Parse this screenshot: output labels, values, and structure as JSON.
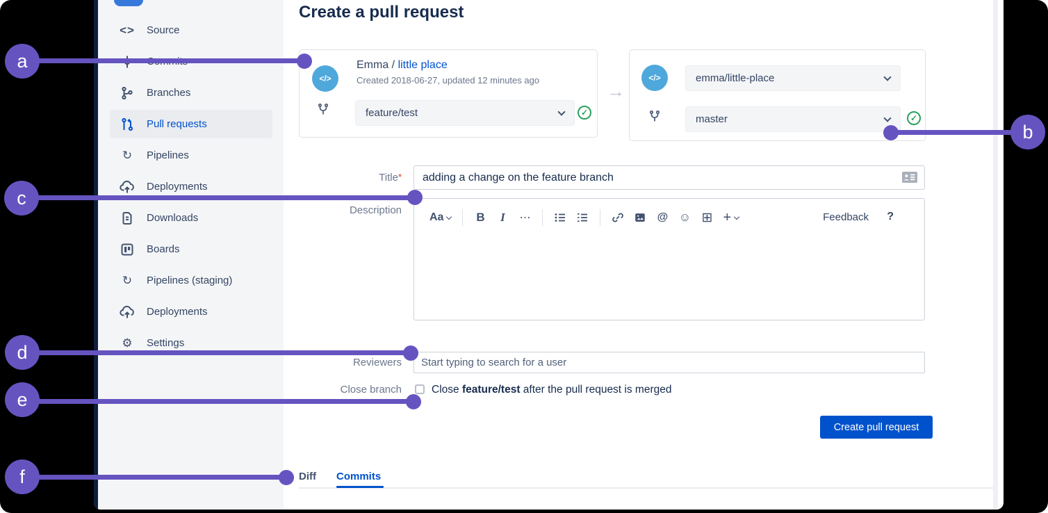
{
  "page": {
    "title": "Create a pull request"
  },
  "sidebar": {
    "items": [
      {
        "label": "Source",
        "icon": "code-icon",
        "glyph": "<>",
        "active": false
      },
      {
        "label": "Commits",
        "icon": "commit-icon",
        "active": false
      },
      {
        "label": "Branches",
        "icon": "branches-icon",
        "active": false
      },
      {
        "label": "Pull requests",
        "icon": "pull-request-icon",
        "active": true
      },
      {
        "label": "Pipelines",
        "icon": "pipelines-icon",
        "glyph": "↻",
        "active": false
      },
      {
        "label": "Deployments",
        "icon": "deployments-icon",
        "active": false
      },
      {
        "label": "Downloads",
        "icon": "downloads-icon",
        "active": false
      },
      {
        "label": "Boards",
        "icon": "boards-icon",
        "active": false
      },
      {
        "label": "Pipelines (staging)",
        "icon": "pipelines-icon",
        "glyph": "↻",
        "active": false
      },
      {
        "label": "Deployments",
        "icon": "deployments-icon",
        "active": false
      },
      {
        "label": "Settings",
        "icon": "settings-icon",
        "glyph": "⚙",
        "active": false
      }
    ]
  },
  "source_card": {
    "avatar_glyph": "</>",
    "repo_owner": "Emma / ",
    "repo_name": "little place",
    "meta": "Created 2018-06-27, updated 12 minutes ago",
    "branch_value": "feature/test",
    "check_glyph": "✓"
  },
  "flow_arrow_glyph": "→",
  "dest_card": {
    "avatar_glyph": "</>",
    "repo_value": "emma/little-place",
    "branch_value": "master",
    "check_glyph": "✓"
  },
  "form": {
    "title_label": "Title",
    "title_required": "*",
    "title_value": "adding a change on the feature branch",
    "description_label": "Description",
    "reviewers_label": "Reviewers",
    "reviewers_placeholder": "Start typing to search for a user",
    "close_branch_label": "Close branch",
    "close_text_pre": "Close ",
    "close_text_branch": "feature/test",
    "close_text_post": " after the pull request is merged",
    "submit_label": "Create pull request"
  },
  "toolbar": {
    "text_style": "Aa",
    "bold": "B",
    "italic": "I",
    "more": "⋯",
    "at": "@",
    "emoji": "☺",
    "table": "⊞",
    "plus": "+",
    "feedback": "Feedback",
    "help": "?",
    "icon_names": [
      "text-style-icon",
      "bold-icon",
      "italic-icon",
      "more-icon",
      "bullet-list-icon",
      "numbered-list-icon",
      "link-icon",
      "image-icon",
      "mention-icon",
      "emoji-icon",
      "table-icon",
      "insert-icon"
    ]
  },
  "tabs": {
    "diff": "Diff",
    "commits": "Commits",
    "active": "Commits"
  },
  "annotations": {
    "color": "#6554C0",
    "items": [
      "a",
      "b",
      "c",
      "d",
      "e",
      "f"
    ]
  },
  "colors": {
    "accent_blue": "#0052CC",
    "avatar_blue": "#4FA8DB",
    "success_green": "#2BA05E",
    "annotation_purple": "#6554C0",
    "heading": "#172B4D",
    "sidebar_bg": "#f4f5f7"
  }
}
